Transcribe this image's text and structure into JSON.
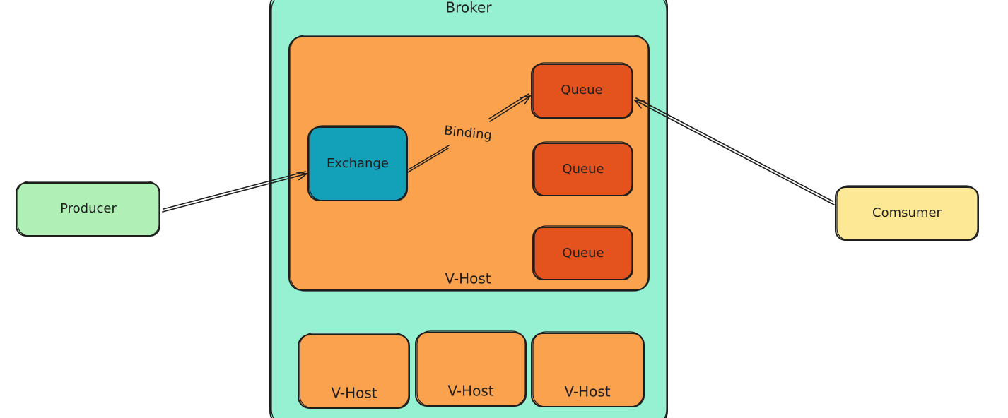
{
  "nodes": {
    "broker": {
      "label": "Broker"
    },
    "vhost_main": {
      "label": "V-Host"
    },
    "exchange": {
      "label": "Exchange"
    },
    "binding": {
      "label": "Binding"
    },
    "queues": [
      {
        "label": "Queue"
      },
      {
        "label": "Queue"
      },
      {
        "label": "Queue"
      }
    ],
    "producer": {
      "label": "Producer"
    },
    "consumer": {
      "label": "Comsumer"
    },
    "vhosts_small": [
      {
        "label": "V-Host"
      },
      {
        "label": "V-Host"
      },
      {
        "label": "V-Host"
      }
    ]
  },
  "colors": {
    "broker_fill": "#96f0d2",
    "vhost_fill": "#fba24f",
    "exchange_fill": "#13a0b9",
    "queue_fill": "#e4531d",
    "producer_fill": "#b0efb5",
    "consumer_fill": "#fde896",
    "stroke": "#1e1e1e"
  }
}
